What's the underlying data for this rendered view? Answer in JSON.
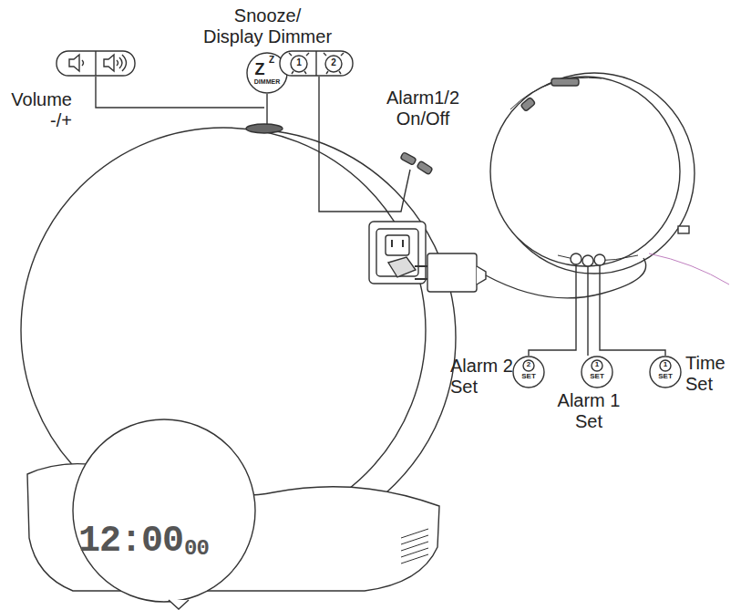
{
  "diagram": {
    "labels": [
      "Snooze/ Display Dimmer",
      "Volume -/+",
      "Alarm1/2 On/Off",
      "Z",
      "Z",
      "DIMMER",
      "1",
      "2",
      "Alarm 2 Set",
      "Alarm 1 Set",
      "Time Set",
      "2",
      "SET",
      "1",
      "SET",
      "1",
      "SET",
      "12:00",
      "00"
    ]
  }
}
